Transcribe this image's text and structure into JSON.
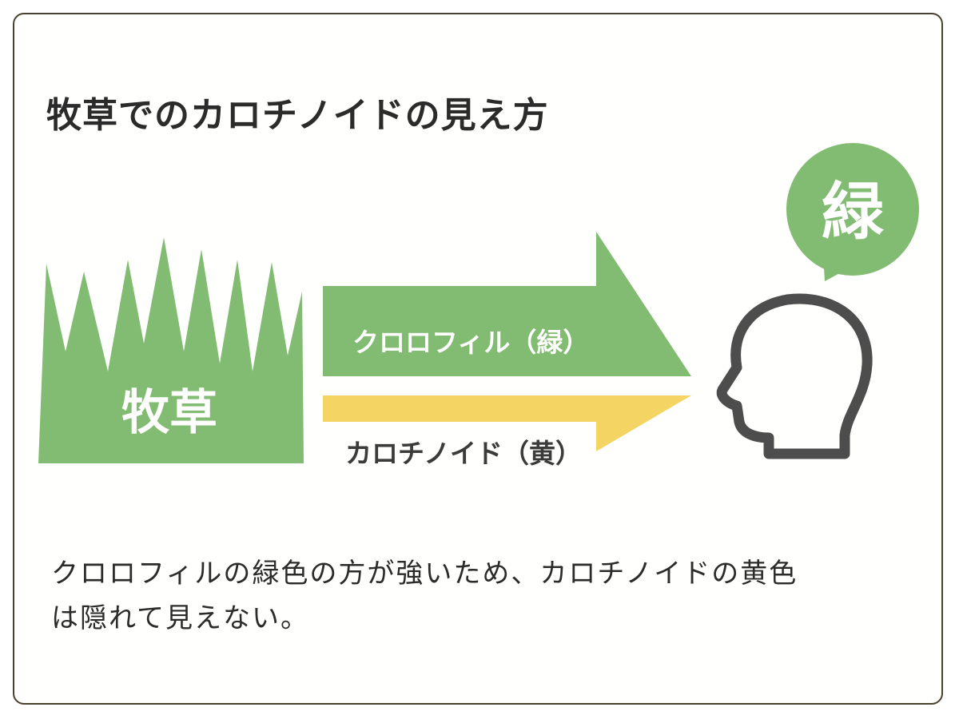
{
  "title": "牧草でのカロチノイドの見え方",
  "grass": {
    "label": "牧草",
    "color": "#82bb72"
  },
  "arrows": {
    "chlorophyll": {
      "label": "クロロフィル（緑）",
      "color": "#82bb72"
    },
    "carotenoid": {
      "label": "カロチノイド（黄）",
      "color": "#f4d564"
    }
  },
  "speech_bubble": {
    "label": "緑",
    "color": "#82bb72"
  },
  "head": {
    "icon": "human-head-outline-icon",
    "stroke_color": "#4d4d4d"
  },
  "caption": {
    "line1": "クロロフィルの緑色の方が強いため、カロチノイドの黄色",
    "line2": "は隠れて見えない。"
  }
}
